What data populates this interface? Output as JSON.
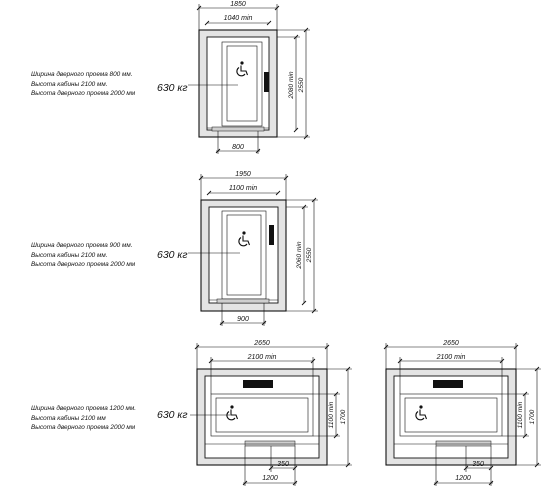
{
  "plans": [
    {
      "notes": [
        "Ширина дверного проема 800 мм.",
        "Высота кабины 2100 мм.",
        "Высота дверного проема 2000 мм"
      ],
      "load": "630 кг",
      "dims": {
        "overall_width": "1850",
        "cabin_width": "1040 min",
        "cabin_depth": "2080 min",
        "shaft_depth": "2550",
        "door_width": "800"
      }
    },
    {
      "notes": [
        "Ширина дверного проема 900 мм.",
        "Высота кабины 2100 мм.",
        "Высота дверного проема 2000 мм"
      ],
      "load": "630 кг",
      "dims": {
        "overall_width": "1950",
        "cabin_width": "1100 min",
        "cabin_depth": "2060 min",
        "shaft_depth": "2550",
        "door_width": "900"
      }
    },
    {
      "notes": [
        "Ширина дверного проема 1200 мм.",
        "Высота кабины 2100 мм",
        "Высота дверного проема 2000 мм"
      ],
      "load": "630 кг",
      "dims": {
        "overall_width": "2650",
        "cabin_width": "2100 min",
        "cabin_depth": "1100 min",
        "shaft_depth": "1700",
        "door_width": "1200",
        "side_offset": "350"
      }
    },
    {
      "dims": {
        "overall_width": "2650",
        "cabin_width": "2100 min",
        "cabin_depth": "1100 min",
        "shaft_depth": "1700",
        "door_width": "1200",
        "side_offset": "350"
      }
    }
  ],
  "icons": {
    "wheelchair": "wheelchair-icon",
    "control_panel": "control-panel-icon"
  }
}
